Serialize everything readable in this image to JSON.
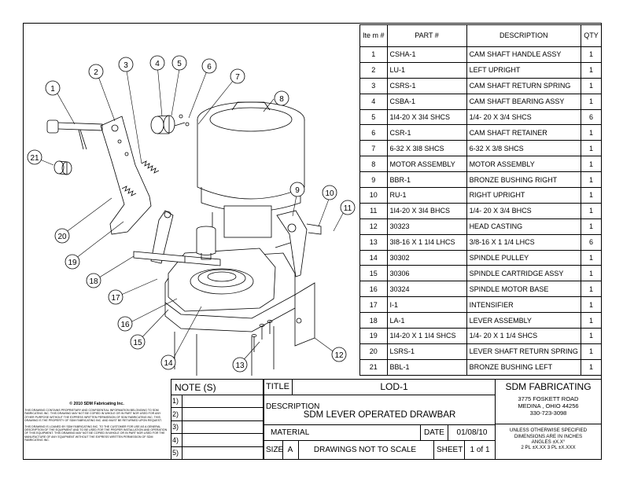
{
  "bom": {
    "headers": {
      "item": "Ite m #",
      "part": "PART #",
      "description": "DESCRIPTION",
      "qty": "QTY"
    },
    "rows": [
      {
        "item": "1",
        "part": "CSHA-1",
        "description": "CAM SHAFT HANDLE ASSY",
        "qty": "1"
      },
      {
        "item": "2",
        "part": "LU-1",
        "description": "LEFT UPRIGHT",
        "qty": "1"
      },
      {
        "item": "3",
        "part": "CSRS-1",
        "description": "CAM SHAFT RETURN SPRING",
        "qty": "1"
      },
      {
        "item": "4",
        "part": "CSBA-1",
        "description": "CAM SHAFT BEARING ASSY",
        "qty": "1"
      },
      {
        "item": "5",
        "part": "1I4-20 X 3I4 SHCS",
        "description": "1/4- 20 X 3/4 SHCS",
        "qty": "6"
      },
      {
        "item": "6",
        "part": "CSR-1",
        "description": "CAM SHAFT RETAINER",
        "qty": "1"
      },
      {
        "item": "7",
        "part": "6-32 X 3I8 SHCS",
        "description": "6-32 X 3/8 SHCS",
        "qty": "1"
      },
      {
        "item": "8",
        "part": "MOTOR ASSEMBLY",
        "description": "MOTOR ASSEMBLY",
        "qty": "1"
      },
      {
        "item": "9",
        "part": "BBR-1",
        "description": "BRONZE BUSHING RIGHT",
        "qty": "1"
      },
      {
        "item": "10",
        "part": "RU-1",
        "description": "RIGHT UPRIGHT",
        "qty": "1"
      },
      {
        "item": "11",
        "part": "1I4-20 X 3I4 BHCS",
        "description": "1/4- 20 X 3/4 BHCS",
        "qty": "1"
      },
      {
        "item": "12",
        "part": "30323",
        "description": "HEAD CASTING",
        "qty": "1"
      },
      {
        "item": "13",
        "part": "3I8-16 X 1 1I4 LHCS",
        "description": "3/8-16  X 1 1/4 LHCS",
        "qty": "6"
      },
      {
        "item": "14",
        "part": "30302",
        "description": "SPINDLE PULLEY",
        "qty": "1"
      },
      {
        "item": "15",
        "part": "30306",
        "description": "SPINDLE CARTRIDGE ASSY",
        "qty": "1"
      },
      {
        "item": "16",
        "part": "30324",
        "description": "SPINDLE MOTOR BASE",
        "qty": "1"
      },
      {
        "item": "17",
        "part": "I-1",
        "description": "INTENSIFIER",
        "qty": "1"
      },
      {
        "item": "18",
        "part": "LA-1",
        "description": "LEVER ASSEMBLY",
        "qty": "1"
      },
      {
        "item": "19",
        "part": "1I4-20 X 1 1I4 SHCS",
        "description": "1/4- 20 X 1 1/4 SHCS",
        "qty": "1"
      },
      {
        "item": "20",
        "part": "LSRS-1",
        "description": "LEVER SHAFT RETURN SPRING",
        "qty": "1"
      },
      {
        "item": "21",
        "part": "BBL-1",
        "description": "BRONZE BUSHING LEFT",
        "qty": "1"
      }
    ]
  },
  "balloons": [
    "1",
    "2",
    "3",
    "4",
    "5",
    "6",
    "7",
    "8",
    "9",
    "10",
    "11",
    "12",
    "13",
    "14",
    "15",
    "16",
    "17",
    "18",
    "19",
    "20",
    "21"
  ],
  "titleblock": {
    "notes_label": "NOTE (S)",
    "note_numbers": [
      "1)",
      "2)",
      "3)",
      "4)",
      "5)"
    ],
    "title_label": "TITLE",
    "title_value": "LOD-1",
    "description_label": "DESCRIPTION",
    "description_value": "SDM LEVER OPERATED DRAWBAR",
    "material_label": "MATERIAL",
    "date_label": "DATE",
    "date_value": "01/08/10",
    "size_label": "SIZE",
    "size_value": "A",
    "scale_text": "DRAWINGS NOT TO SCALE",
    "sheet_label": "SHEET",
    "sheet_value": "1 of 1",
    "company_name": "SDM FABRICATING",
    "company_address1": "3775 FOSKETT ROAD",
    "company_address2": "MEDINA , OHIO 44256",
    "company_phone": "330-723-3098",
    "tolerance_line1": "UNLESS OTHERWISE SPECIFIED",
    "tolerance_line2": "DIMENSIONS ARE IN INCHES",
    "tolerance_line3": "ANGLES ±X.X°",
    "tolerance_line4": "2 PL ±X.XX 3 PL ±X.XXX"
  },
  "legal": {
    "copyright": "© 2010 SDM Fabricating Inc.",
    "paragraph1": "THIS DRAWING CONTAINS PROPRIETARY AND CONFIDENTIAL INFORMATION BELONGING TO SDM FABRICATING INC. THIS DRAWING MAY NOT BE COPIED IN WHOLE OR IN PART NOR USED FOR ANY OTHER PURPOSE WITHOUT THE EXPRESS WRITTEN PERMISSION OF SDM FABRICATING INC. THIS DRAWING IS THE PROPERTY OF SDM FABRICATING INC. AND MUST BE RETURNED UPON REQUEST.",
    "paragraph2": "THIS DRAWING IS LOANED BY SDM FABRICATING INC. TO THE CUSTOMER FOR USE AS A GENERAL DESCRIPTION OF THE EQUIPMENT AND TO BE USED FOR THE PROPER INSTALLATION AND OPERATION OF THIS EQUIPMENT. THIS DRAWING MAY NOT BE COPIED IN WHOLE OR IN PART NOR USED FOR THE MANUFACTURE OF ANY EQUIPMENT WITHOUT THE EXPRESS WRITTEN PERMISSION OF SDM FABRICATING INC."
  }
}
